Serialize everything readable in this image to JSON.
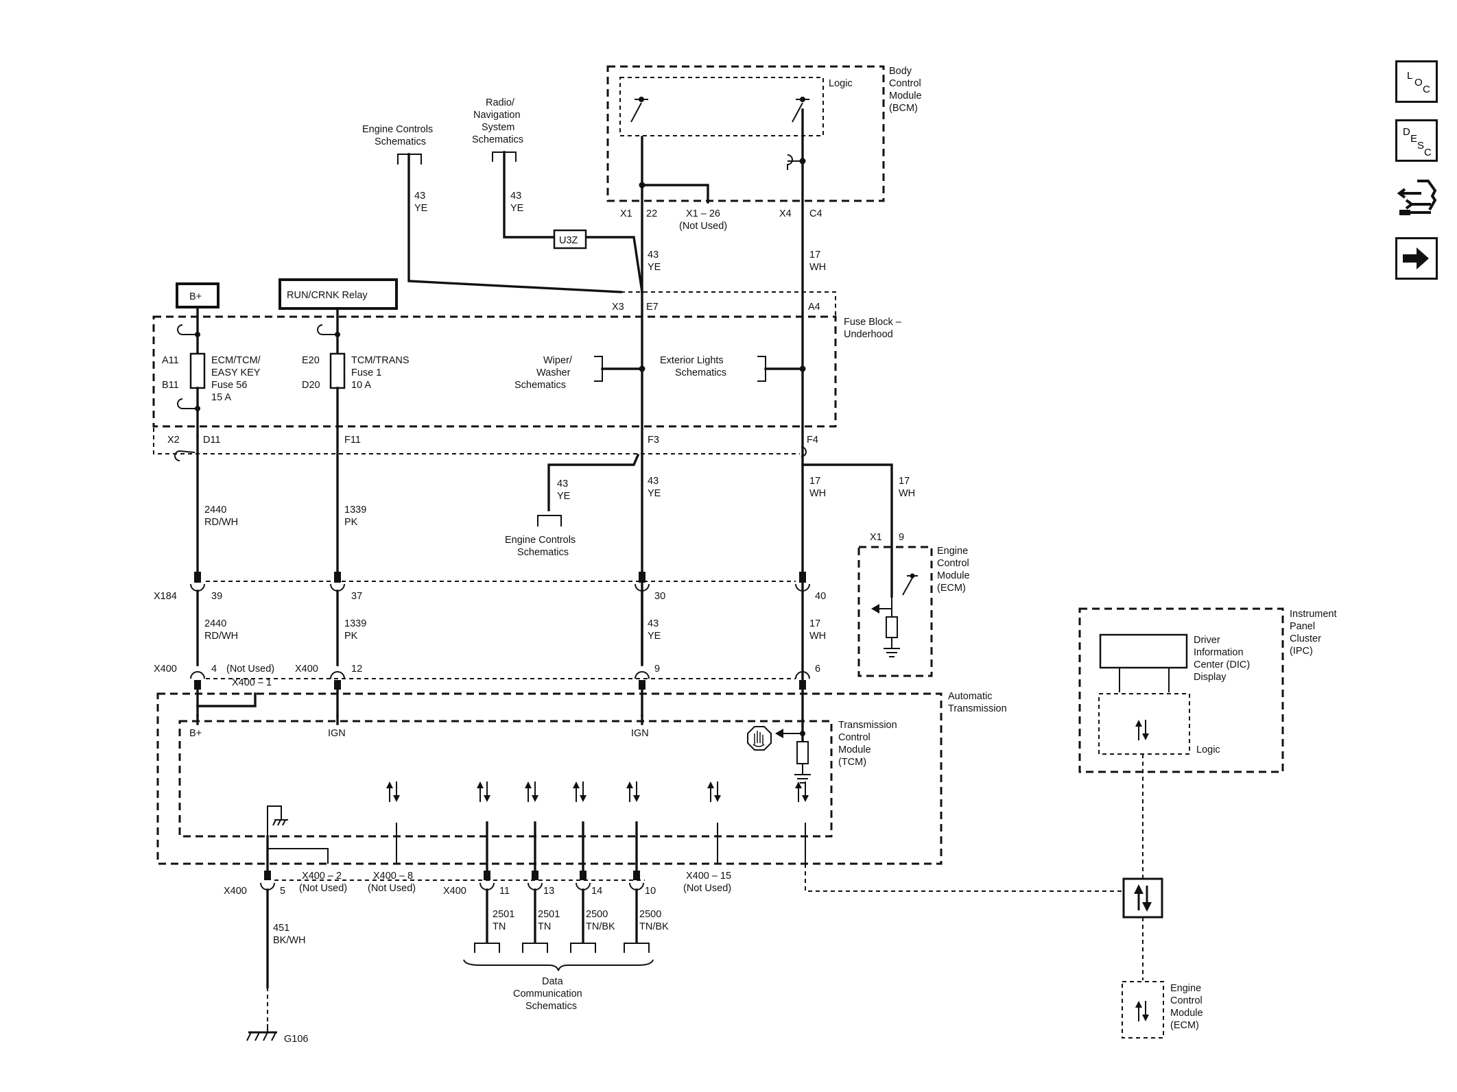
{
  "colors": {
    "ink": "#111111",
    "background": "#ffffff"
  },
  "nav": {
    "loc": "LOC",
    "desc": "DESC",
    "connector_icon": "connector-end-view-icon",
    "next_icon": "arrow-right-icon"
  },
  "power": {
    "bplus": "B+",
    "run_crank": "RUN/CRNK Relay"
  },
  "fuse_block": {
    "title_l1": "Fuse Block –",
    "title_l2": "Underhood",
    "a11": "A11",
    "b11": "B11",
    "e20": "E20",
    "d20": "D20",
    "fuse56_l1": "ECM/TCM/",
    "fuse56_l2": "EASY KEY",
    "fuse56_l3": "Fuse 56",
    "fuse56_l4": "15 A",
    "fuse1_l1": "TCM/TRANS",
    "fuse1_l2": "Fuse 1",
    "fuse1_l3": "10 A",
    "x3": "X3",
    "e7": "E7",
    "a4": "A4",
    "x2": "X2",
    "d11": "D11",
    "f11": "F11",
    "f3": "F3",
    "f4": "F4",
    "wiper_l1": "Wiper/",
    "wiper_l2": "Washer",
    "wiper_l3": "Schematics",
    "ext_l1": "Exterior Lights",
    "ext_l2": "Schematics"
  },
  "bcm": {
    "l1": "Body",
    "l2": "Control",
    "l3": "Module",
    "l4": "(BCM)",
    "logic": "Logic",
    "x1": "X1",
    "p22": "22",
    "x1_26": "X1 – 26",
    "not_used": "(Not Used)",
    "x4": "X4",
    "c4": "C4"
  },
  "refs": {
    "ecs_l1": "Engine Controls",
    "ecs_l2": "Schematics",
    "radio_l1": "Radio/",
    "radio_l2": "Navigation",
    "radio_l3": "System",
    "radio_l4": "Schematics",
    "u3z": "U3Z",
    "dcs_l1": "Data",
    "dcs_l2": "Communication",
    "dcs_l3": "Schematics"
  },
  "wires": {
    "g43": "43",
    "ye": "YE",
    "g17": "17",
    "wh": "WH",
    "g2440": "2440",
    "rdwh": "RD/WH",
    "g1339": "1339",
    "pk": "PK",
    "g451": "451",
    "bkwh": "BK/WH",
    "g2501": "2501",
    "tn": "TN",
    "g2500": "2500",
    "tnbk": "TN/BK"
  },
  "x184": {
    "name": "X184",
    "p39": "39",
    "p37": "37",
    "p30": "30",
    "p40": "40"
  },
  "x400": {
    "name": "X400",
    "p4": "4",
    "p12": "12",
    "p9": "9",
    "p6": "6",
    "x400_1": "X400 – 1",
    "x400_2": "X400 – 2",
    "x400_8": "X400 – 8",
    "x400_15": "X400 – 15",
    "p5": "5",
    "p11": "11",
    "p13": "13",
    "p14": "14",
    "p10": "10",
    "not_used": "(Not Used)"
  },
  "ecm": {
    "l1": "Engine",
    "l2": "Control",
    "l3": "Module",
    "l4": "(ECM)",
    "x1": "X1",
    "p9": "9"
  },
  "auto_trans": {
    "l1": "Automatic",
    "l2": "Transmission"
  },
  "tcm": {
    "l1": "Transmission",
    "l2": "Control",
    "l3": "Module",
    "l4": "(TCM)",
    "bplus": "B+",
    "ign": "IGN"
  },
  "ipc": {
    "l1": "Instrument",
    "l2": "Panel",
    "l3": "Cluster",
    "l4": "(IPC)",
    "dic_l1": "Driver",
    "dic_l2": "Information",
    "dic_l3": "Center (DIC)",
    "dic_l4": "Display",
    "logic": "Logic"
  },
  "ground": {
    "g106": "G106"
  }
}
